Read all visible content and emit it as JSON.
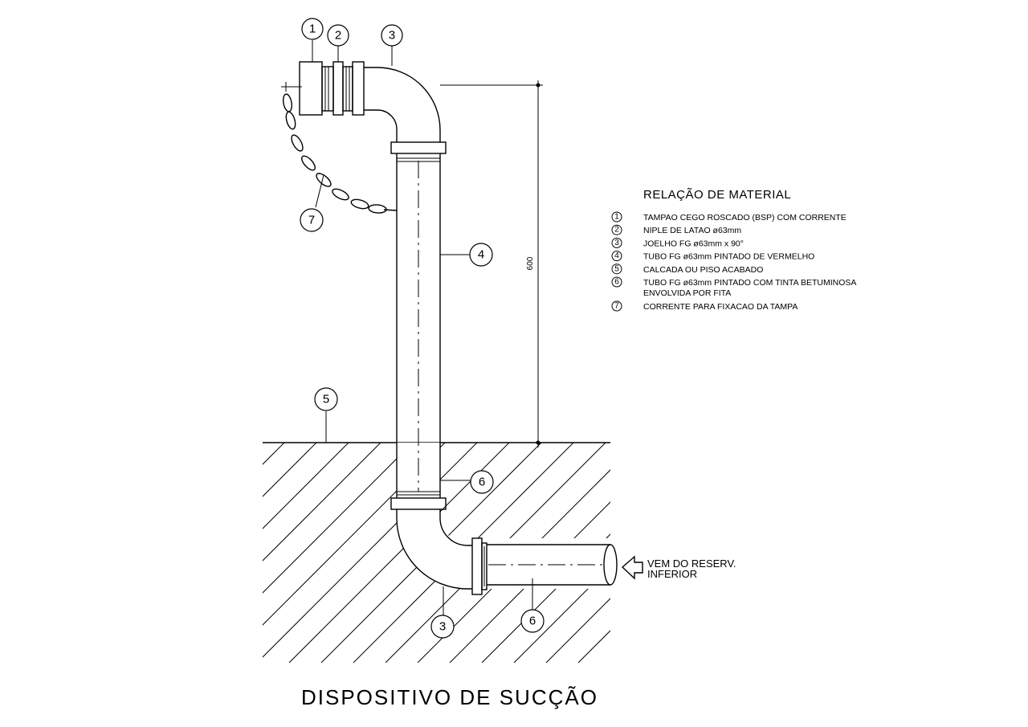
{
  "title": "DISPOSITIVO DE SUCÇÃO",
  "legend": {
    "heading": "RELAÇÃO DE MATERIAL",
    "items": [
      {
        "num": "1",
        "lines": [
          "TAMPAO CEGO ROSCADO (BSP) COM CORRENTE"
        ]
      },
      {
        "num": "2",
        "lines": [
          "NIPLE DE LATAO ø63mm"
        ]
      },
      {
        "num": "3",
        "lines": [
          "JOELHO FG ø63mm x 90°"
        ]
      },
      {
        "num": "4",
        "lines": [
          "TUBO FG ø63mm PINTADO DE VERMELHO"
        ]
      },
      {
        "num": "5",
        "lines": [
          "CALCADA OU PISO ACABADO"
        ]
      },
      {
        "num": "6",
        "lines": [
          "TUBO FG ø63mm PINTADO COM TINTA BETUMINOSA",
          "ENVOLVIDA POR FITA"
        ]
      },
      {
        "num": "7",
        "lines": [
          "CORRENTE PARA FIXACAO DA TAMPA"
        ]
      }
    ]
  },
  "callouts": {
    "c1": "1",
    "c2": "2",
    "c3_top": "3",
    "c4": "4",
    "c5": "5",
    "c6_vert": "6",
    "c6_horiz": "6",
    "c3_bottom": "3",
    "c7": "7"
  },
  "dimension": "600",
  "inflow_label": [
    "VEM DO RESERV.",
    "INFERIOR"
  ]
}
